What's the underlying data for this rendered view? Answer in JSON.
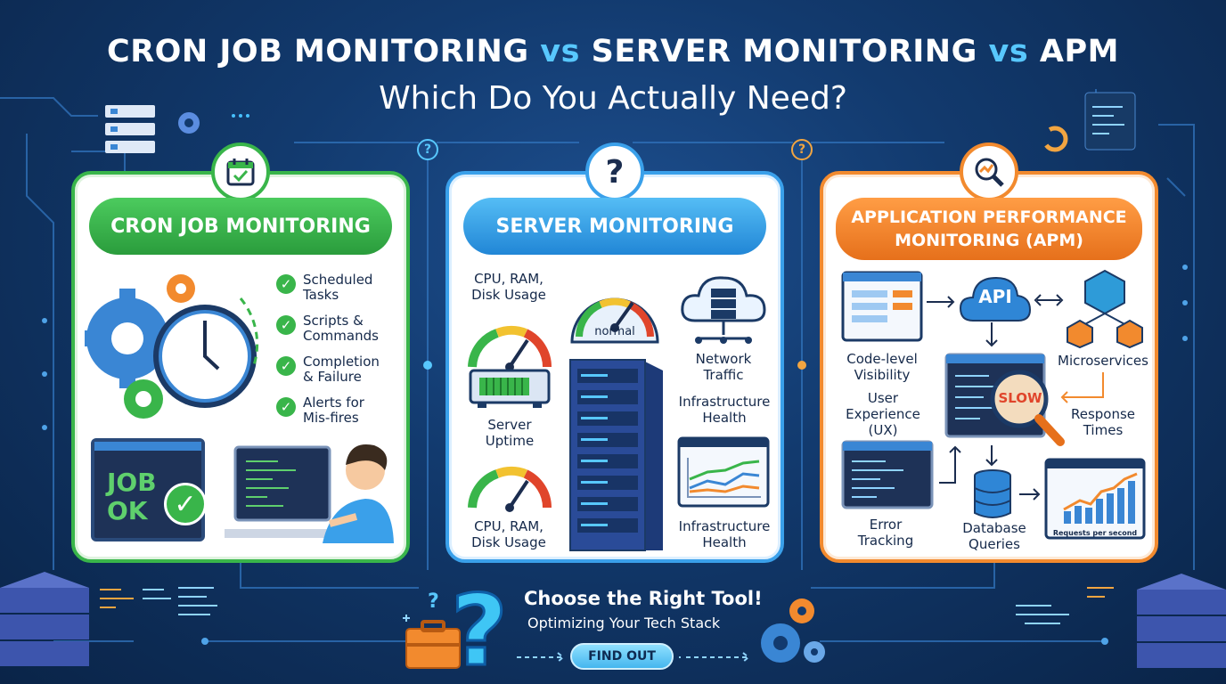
{
  "title": {
    "part1": "CRON JOB MONITORING",
    "vs1": "vs",
    "part2": "SERVER MONITORING",
    "vs2": "vs",
    "part3": "APM",
    "subtitle": "Which Do You Actually Need?"
  },
  "cron": {
    "heading": "CRON JOB MONITORING",
    "checks": [
      "Scheduled\nTasks",
      "Scripts &\nCommands",
      "Completion\n& Failure",
      "Alerts for\nMis-fires"
    ],
    "job_screen": "JOB\nOK"
  },
  "server": {
    "heading": "SERVER MONITORING",
    "cpu_top": "CPU, RAM,\nDisk Usage",
    "gauge_label": "normal",
    "network": "Network\nTraffic",
    "infra_top": "Infrastructure\nHealth",
    "uptime": "Server\nUptime",
    "cpu_bottom": "CPU, RAM,\nDisk Usage",
    "infra_bottom": "Infrastructure\nHealth"
  },
  "apm": {
    "heading": "APPLICATION PERFORMANCE\nMONITORING (APM)",
    "api": "API",
    "code_visibility": "Code-level\nVisibility",
    "microservices": "Microservices",
    "ux": "User\nExperience\n(UX)",
    "slow": "SLOW",
    "response": "Response\nTimes",
    "error": "Error\nTracking",
    "db": "Database\nQueries",
    "chart_label": "Requests per second"
  },
  "bottom": {
    "title": "Choose the Right Tool!",
    "subtitle": "Optimizing Your Tech Stack",
    "button": "FIND OUT"
  },
  "nav": {
    "q": "?"
  },
  "colors": {
    "green": "#39b54a",
    "blue": "#3aa0ea",
    "orange": "#f28a2e",
    "navy": "#123a6e"
  }
}
